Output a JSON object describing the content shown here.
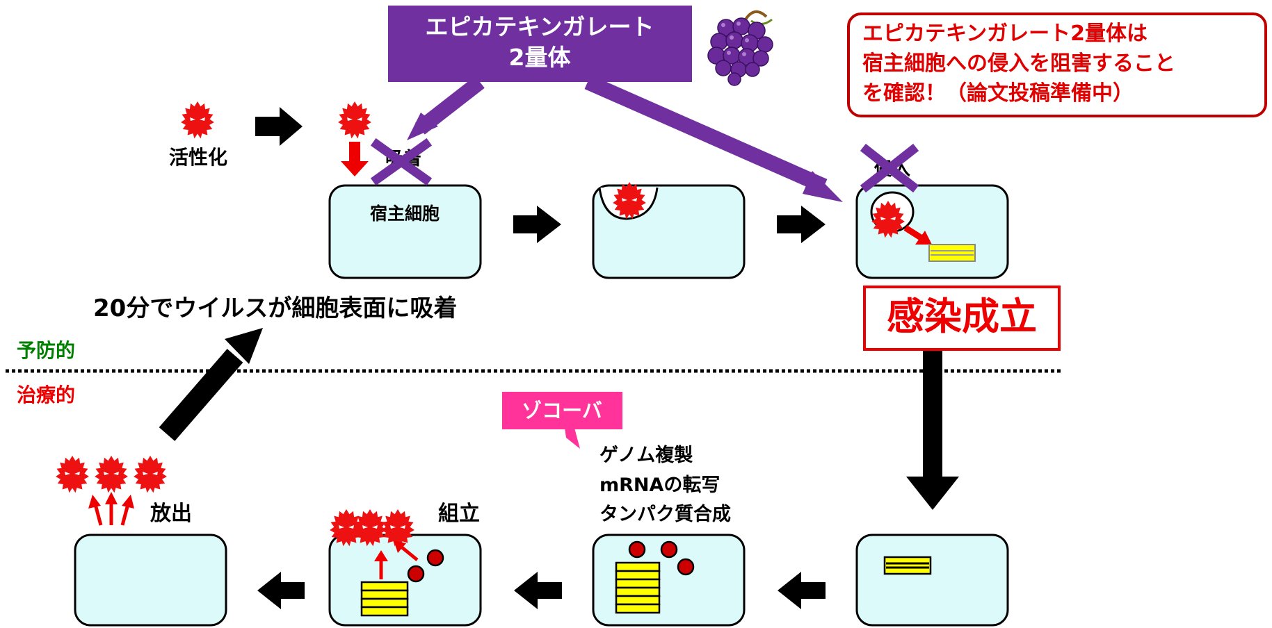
{
  "labels": {
    "egcg_box_line1": "エピカテキンガレート",
    "egcg_box_line2": "2量体",
    "callout_line1": "エピカテキンガレート2量体は",
    "callout_line2": "宿主細胞への侵入を阻害すること",
    "callout_line3": "を確認！（論文投稿準備中）",
    "activation": "活性化",
    "adsorption": "吸着",
    "host_cell": "宿主細胞",
    "entry": "侵入",
    "infection_established": "感染成立",
    "adsorption_time": "20分でウイルスが細胞表面に吸着",
    "preventive": "予防的",
    "therapeutic": "治療的",
    "zokoba": "ゾコーバ",
    "replication_line1": "ゲノム複製",
    "replication_line2": "mRNAの転写",
    "replication_line3": "タンパク質合成",
    "assembly": "組立",
    "release": "放出"
  },
  "icons": {
    "virus": "red-spiky-virus-icon",
    "grape": "grape-icon",
    "cross": "purple-x-mark-icon"
  },
  "colors": {
    "purple": "#7030a0",
    "red": "#ee0000",
    "callout_border": "#c00000",
    "preventive_green": "#008000",
    "zokoba_pink": "#ff3399",
    "cell_fill": "#dcfafa",
    "rna_yellow": "#ffff00",
    "dark_red": "#c00000"
  }
}
